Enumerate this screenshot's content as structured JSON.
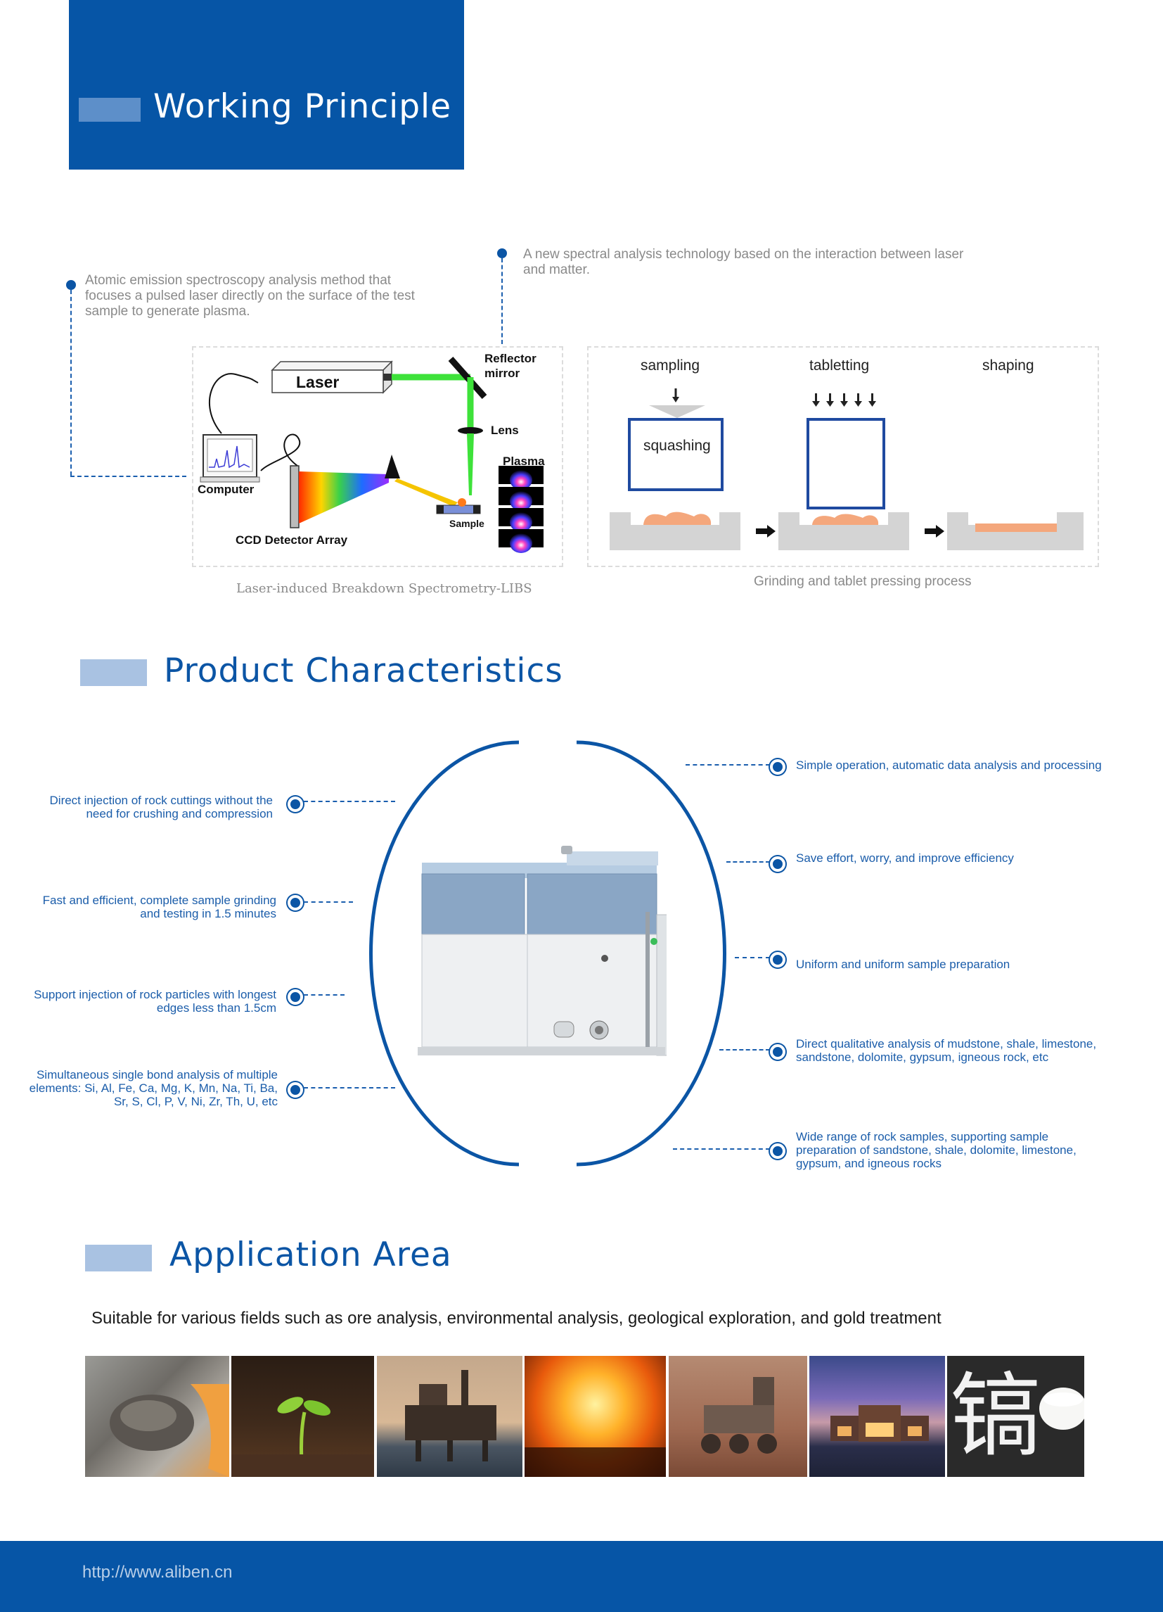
{
  "working_principle": {
    "title": "Working Principle",
    "note_left": "Atomic emission spectroscopy analysis method that focuses a pulsed laser directly on the surface of the test sample to generate plasma.",
    "note_right": "A new spectral analysis technology based on the interaction between laser and matter.",
    "libs_diagram": {
      "laser": "Laser",
      "reflector": "Reflector",
      "mirror": "mirror",
      "lens": "Lens",
      "plasma": "Plasma",
      "computer": "Computer",
      "sample": "Sample",
      "ccd": "CCD Detector Array",
      "caption": "Laser-induced Breakdown Spectrometry-LIBS"
    },
    "process_diagram": {
      "steps": [
        "sampling",
        "tabletting",
        "shaping"
      ],
      "squashing": "squashing",
      "caption": "Grinding and tablet pressing process"
    }
  },
  "product_characteristics": {
    "title": "Product Characteristics",
    "left_features": [
      "Direct injection of rock cuttings without the need for crushing and compression",
      "Fast and efficient, complete sample grinding and testing in 1.5 minutes",
      "Support injection of rock particles with longest edges less than 1.5cm",
      "Simultaneous single bond analysis of multiple elements: Si, Al, Fe, Ca, Mg, K, Mn, Na, Ti, Ba, Sr, S, Cl, P, V, Ni, Zr, Th, U, etc"
    ],
    "right_features": [
      "Simple operation, automatic data analysis and processing",
      "Save effort, worry, and improve efficiency",
      "Uniform and uniform sample preparation",
      "Direct qualitative analysis of mudstone, shale, limestone, sandstone, dolomite, gypsum, igneous rock, etc",
      "Wide range of rock samples, supporting sample preparation of sandstone, shale, dolomite, limestone, gypsum, and igneous rocks"
    ]
  },
  "application_area": {
    "title": "Application Area",
    "description": "Suitable for various fields such as ore analysis, environmental analysis, geological exploration, and gold treatment",
    "watermark_char": "镐"
  },
  "footer": {
    "url": "http://www.aliben.cn"
  },
  "colors": {
    "brand_blue": "#0655a6",
    "accent_light": "#a9c2e2",
    "text_gray": "#8a8a8a"
  }
}
